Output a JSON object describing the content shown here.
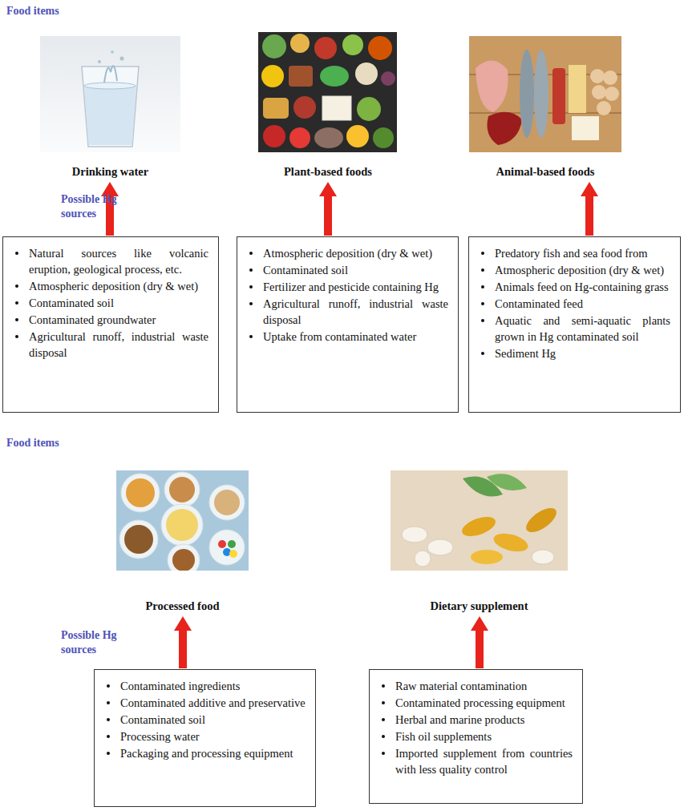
{
  "diagram": {
    "nodes": [
      {
        "text": [
          "Drinking water"
        ]
      },
      {
        "text": [
          "Plant-based foods"
        ]
      },
      {
        "text": [
          "Animal-based foods"
        ]
      },
      {
        "text": [
          "Natural sources like volcanic eruption, geological process, etc.",
          "Atmospheric deposition (dry & wet)",
          "Contaminated soil",
          "Contaminated groundwater",
          "Agricultural runoff, industrial waste disposal"
        ]
      },
      {
        "text": [
          "Atmospheric deposition (dry & wet)",
          "Contaminated soil",
          "Fertilizer and pesticide containing Hg",
          "Agricultural runoff, industrial waste disposal",
          "Uptake from contaminated water"
        ]
      },
      {
        "text": [
          "Predatory fish and sea food from",
          "Atmospheric deposition (dry & wet)",
          "Animals feed on Hg-containing grass",
          "Contaminated feed",
          "Aquatic and semi-aquatic plants grown in Hg contaminated soil",
          "Sediment Hg"
        ]
      },
      {
        "text": [
          "Processed food"
        ]
      },
      {
        "text": [
          "Dietary supplement"
        ]
      },
      {
        "text": [
          "Contaminated ingredients",
          "Contaminated additive and preservative",
          "Contaminated soil",
          "Processing water",
          "Packaging and processing equipment"
        ]
      },
      {
        "text": [
          "Raw material contamination",
          "Contaminated processing equipment",
          "Herbal and marine products",
          "Fish oil supplements",
          "Imported supplement from countries with less quality control"
        ]
      }
    ],
    "edges": [
      {
        "from": 3,
        "to": 0,
        "arrow": "to"
      },
      {
        "from": 4,
        "to": 1,
        "arrow": "to"
      },
      {
        "from": 5,
        "to": 2,
        "arrow": "to"
      },
      {
        "from": 8,
        "to": 6,
        "arrow": "to"
      },
      {
        "from": 9,
        "to": 7,
        "arrow": "to"
      }
    ],
    "labels": [
      "Food items",
      "Possible Hg sources",
      "Food items",
      "Possible Hg sources"
    ]
  }
}
